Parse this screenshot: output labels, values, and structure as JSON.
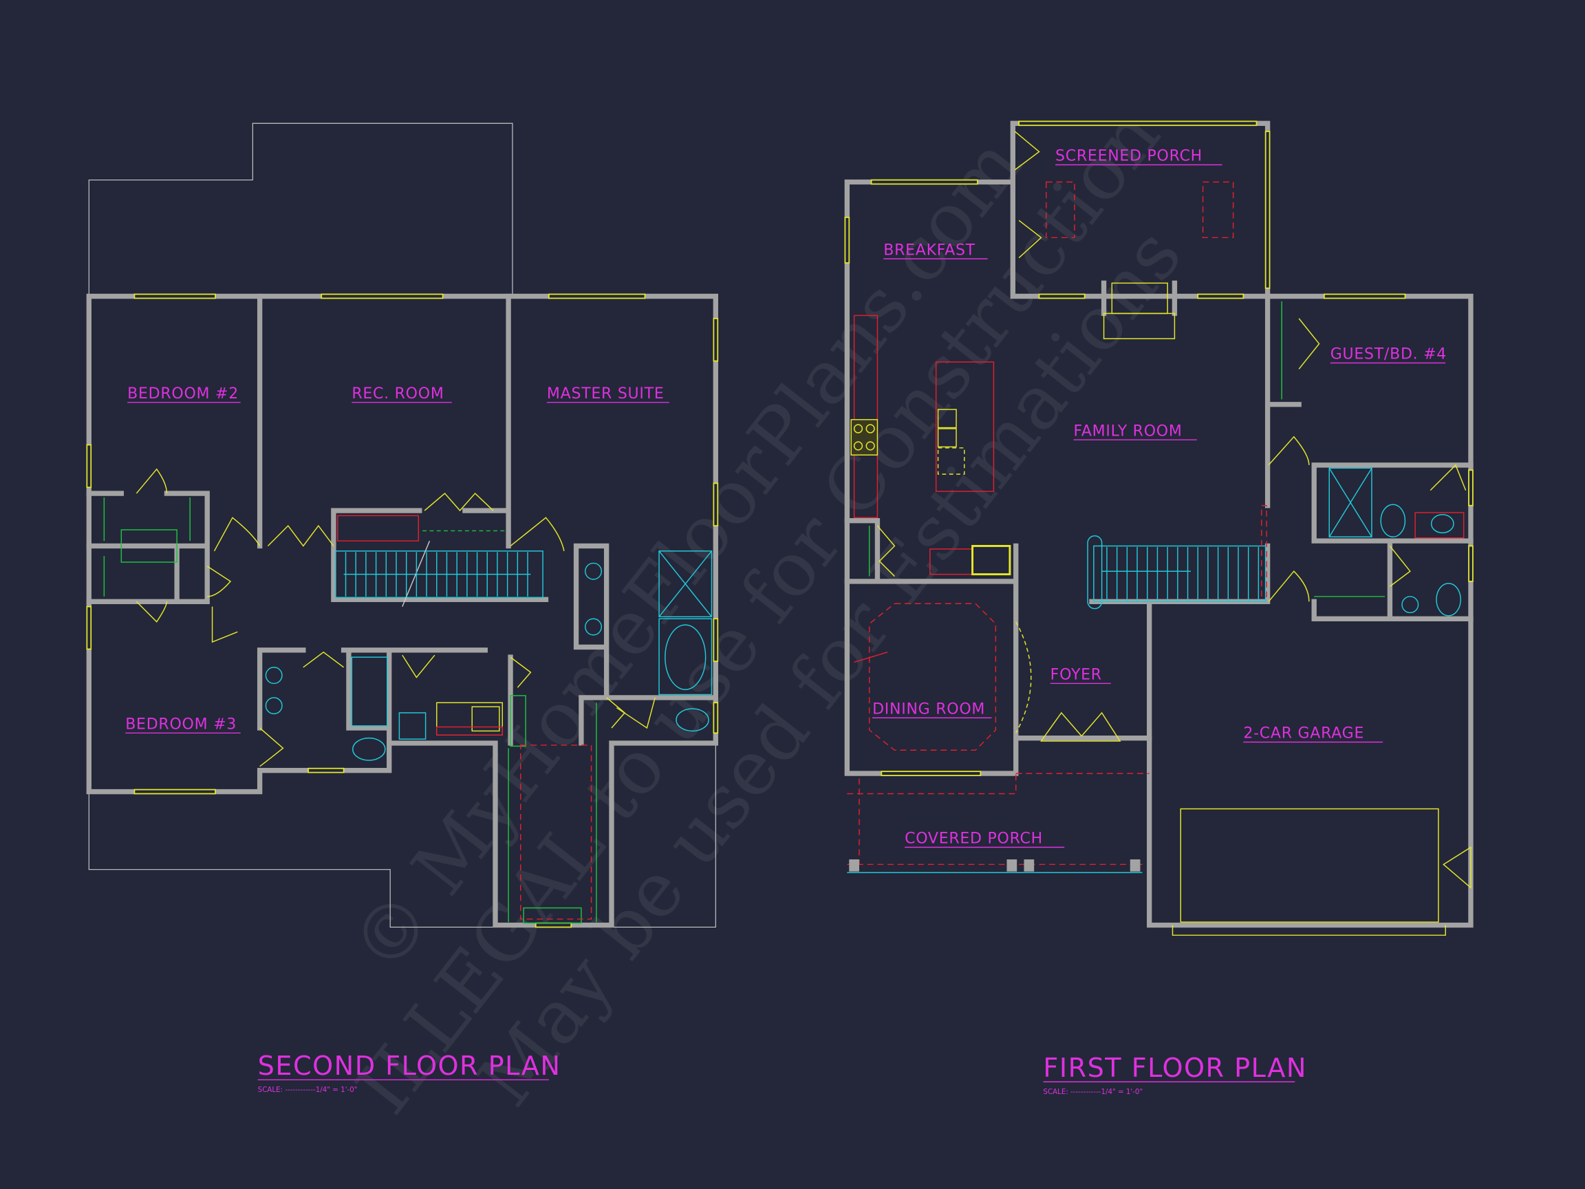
{
  "colors": {
    "background": "#232739",
    "walls": "#a3a3a3",
    "labels": "#e030e0",
    "windows_doors": "#e6e62a",
    "fixtures": "#22c8d8",
    "cabinets_dashed": "#e02030",
    "closets": "#20c040"
  },
  "watermark": {
    "line1": "© MyHomeFloorPlans.com",
    "line2": "ILLEGAL to use for Construction",
    "line3": "May be used for Estimations"
  },
  "second_floor": {
    "title": "SECOND FLOOR PLAN",
    "scale": "SCALE: ------------1/4\" = 1'-0\"",
    "rooms": [
      "BEDROOM #2",
      "REC. ROOM",
      "MASTER SUITE",
      "BEDROOM #3"
    ]
  },
  "first_floor": {
    "title": "FIRST FLOOR PLAN",
    "scale": "SCALE: ------------1/4\" = 1'-0\"",
    "rooms": [
      "SCREENED PORCH",
      "BREAKFAST",
      "GUEST/BD. #4",
      "FAMILY ROOM",
      "FOYER",
      "DINING ROOM",
      "2-CAR GARAGE",
      "COVERED PORCH"
    ]
  }
}
